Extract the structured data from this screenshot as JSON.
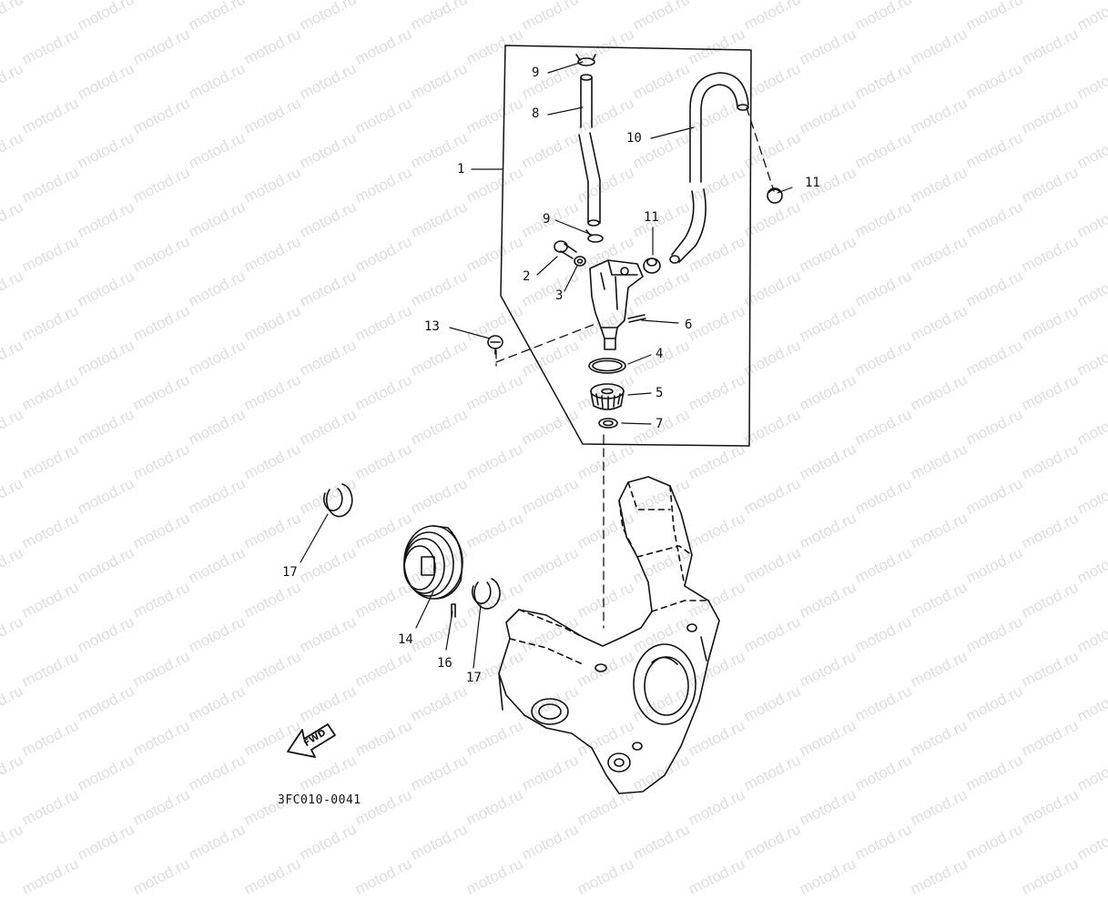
{
  "watermark": {
    "text": "motod.ru"
  },
  "diagram_code": "3FC010-0041",
  "fwd_label": "FWD",
  "callouts": [
    {
      "id": "c1",
      "label": "1"
    },
    {
      "id": "c2",
      "label": "2"
    },
    {
      "id": "c3",
      "label": "3"
    },
    {
      "id": "c4",
      "label": "4"
    },
    {
      "id": "c5",
      "label": "5"
    },
    {
      "id": "c6",
      "label": "6"
    },
    {
      "id": "c7",
      "label": "7"
    },
    {
      "id": "c8",
      "label": "8"
    },
    {
      "id": "c9a",
      "label": "9"
    },
    {
      "id": "c9b",
      "label": "9"
    },
    {
      "id": "c10",
      "label": "10"
    },
    {
      "id": "c11a",
      "label": "11"
    },
    {
      "id": "c11b",
      "label": "11"
    },
    {
      "id": "c13",
      "label": "13"
    },
    {
      "id": "c14",
      "label": "14"
    },
    {
      "id": "c16",
      "label": "16"
    },
    {
      "id": "c17a",
      "label": "17"
    },
    {
      "id": "c17b",
      "label": "17"
    }
  ]
}
